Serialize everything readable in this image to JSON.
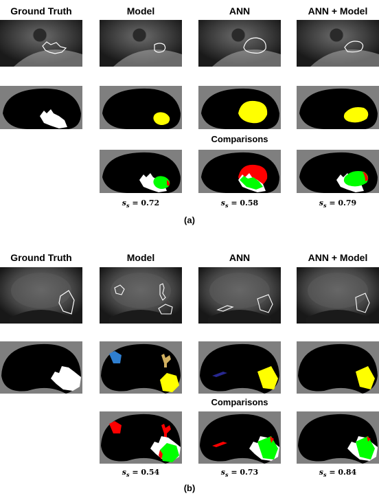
{
  "figure": {
    "column_headers": [
      "Ground Truth",
      "Model",
      "ANN",
      "ANN + Model"
    ],
    "comparisons_label": "Comparisons",
    "score_symbol": "s",
    "score_subscript": "s",
    "part_a": {
      "label": "(a)",
      "scores": [
        "0.72",
        "0.58",
        "0.79"
      ]
    },
    "part_b": {
      "label": "(b)",
      "scores": [
        "0.54",
        "0.73",
        "0.84"
      ]
    }
  },
  "colors": {
    "mask_background": "#7f7f7f",
    "prostate": "#000000",
    "ground_truth": "#ffffff",
    "prediction": "#ffff00",
    "overlap": "#00ff00",
    "false_positive": "#ff0000",
    "cluster_blue": "#2f7fd0",
    "cluster_tan": "#d2b060",
    "cluster_navy": "#282890"
  }
}
